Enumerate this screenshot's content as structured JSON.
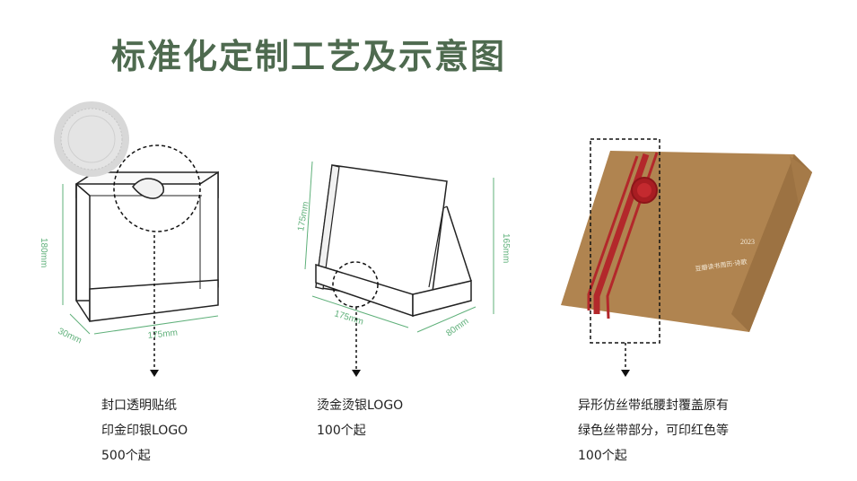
{
  "title": "标准化定制工艺及示意图",
  "figures": [
    {
      "dims": {
        "height": "180mm",
        "depth": "30mm",
        "width": "175mm"
      },
      "caption": [
        "封口透明贴纸",
        "印金印银LOGO",
        "500个起"
      ]
    },
    {
      "dims": {
        "height_a": "175mm",
        "height_b": "165mm",
        "width": "175mm",
        "depth": "80mm"
      },
      "caption": [
        "烫金烫银LOGO",
        "100个起"
      ]
    },
    {
      "box_text": {
        "year": "2023",
        "name": "豆瓣读书周历·诗歌"
      },
      "caption": [
        "异形仿丝带纸腰封覆盖原有",
        "绿色丝带部分，可印红色等",
        "100个起"
      ]
    }
  ],
  "colors": {
    "title": "#4e6a4f",
    "dimension": "#5fb07a",
    "kraft": "#b08450",
    "ribbon": "#b3282b"
  }
}
